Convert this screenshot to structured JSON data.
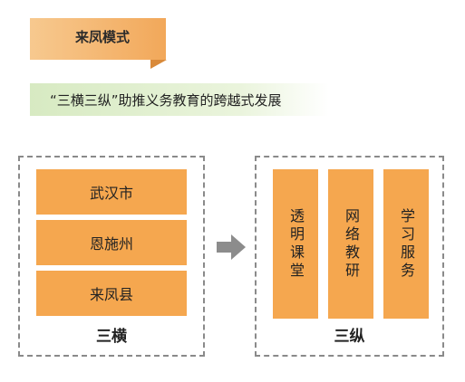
{
  "header": {
    "title": "来凤模式"
  },
  "subtitle": {
    "text": "“三横三纵”助推义务教育的跨越式发展"
  },
  "left_box": {
    "rows": [
      "武汉市",
      "恩施州",
      "来凤县"
    ],
    "caption": "三横"
  },
  "right_box": {
    "columns": [
      "透明课堂",
      "网络教研",
      "学习服务"
    ],
    "caption": "三纵"
  },
  "colors": {
    "orange": "#f5a74f",
    "banner_orange": "#f2a85a",
    "banner_green": "#d7eac2",
    "arrow": "#8c8c8c",
    "border": "#8a8a8a"
  },
  "icons": {
    "arrow": "arrow-right-icon"
  }
}
